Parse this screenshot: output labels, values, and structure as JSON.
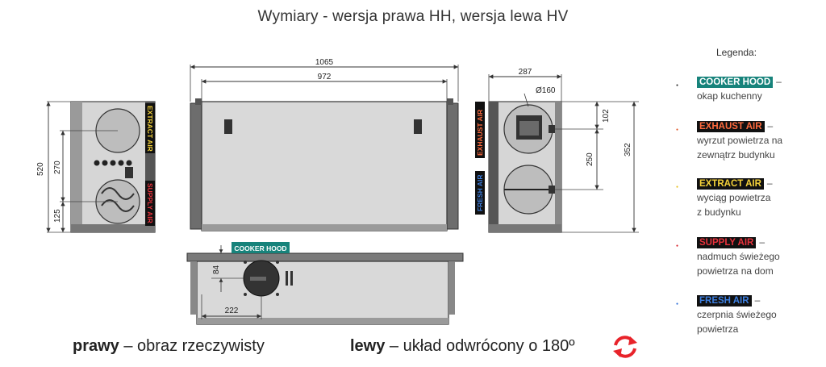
{
  "title": "Wymiary  -  wersja prawa HH, wersja lewa HV",
  "legend": {
    "heading": "Legenda:",
    "items": [
      {
        "tag": "COOKER HOOD",
        "dash": "–",
        "desc": [
          "okap kuchenny"
        ],
        "tag_bg": "#17837b",
        "tag_fg": "#ffffff",
        "bullet_color": "#333333"
      },
      {
        "tag": "EXHAUST AIR",
        "dash": "–",
        "desc": [
          "wyrzut powietrza na",
          "zewnątrz budynku"
        ],
        "tag_bg": "#111111",
        "tag_fg": "#ff6a3d",
        "bullet_color": "#e05a2a"
      },
      {
        "tag": "EXTRACT AIR",
        "dash": "–",
        "desc": [
          "wyciąg powietrza",
          "z budynku"
        ],
        "tag_bg": "#111111",
        "tag_fg": "#f5d23a",
        "bullet_color": "#e8c020"
      },
      {
        "tag": "SUPPLY AIR",
        "dash": "–",
        "desc": [
          "nadmuch świeżego",
          "powietrza na dom"
        ],
        "tag_bg": "#111111",
        "tag_fg": "#e8323c",
        "bullet_color": "#d81e28"
      },
      {
        "tag": "FRESH AIR",
        "dash": "–",
        "desc": [
          "czerpnia świeżego",
          "powietrza"
        ],
        "tag_bg": "#111111",
        "tag_fg": "#3d7fe0",
        "bullet_color": "#2f6fd8"
      }
    ]
  },
  "dimensions": {
    "total_width": "1065",
    "body_width": "972",
    "depth": "287",
    "duct_diameter": "Ø160",
    "right_top": "102",
    "right_mid": "250",
    "right_total": "352",
    "left_height": "520",
    "left_mid": "270",
    "left_bottom": "125",
    "bottom_offset": "84",
    "bottom_width": "222"
  },
  "side_labels": {
    "left_upper": "EXTRACT AIR",
    "left_lower": "SUPPLY AIR",
    "right_upper": "EXHAUST AIR",
    "right_lower": "FRESH AIR",
    "bottom_tag": "COOKER HOOD"
  },
  "caption": {
    "right_bold": "prawy",
    "right_text": " – obraz rzeczywisty",
    "left_bold": "lewy",
    "left_text": " – układ odwrócony o 180º"
  }
}
